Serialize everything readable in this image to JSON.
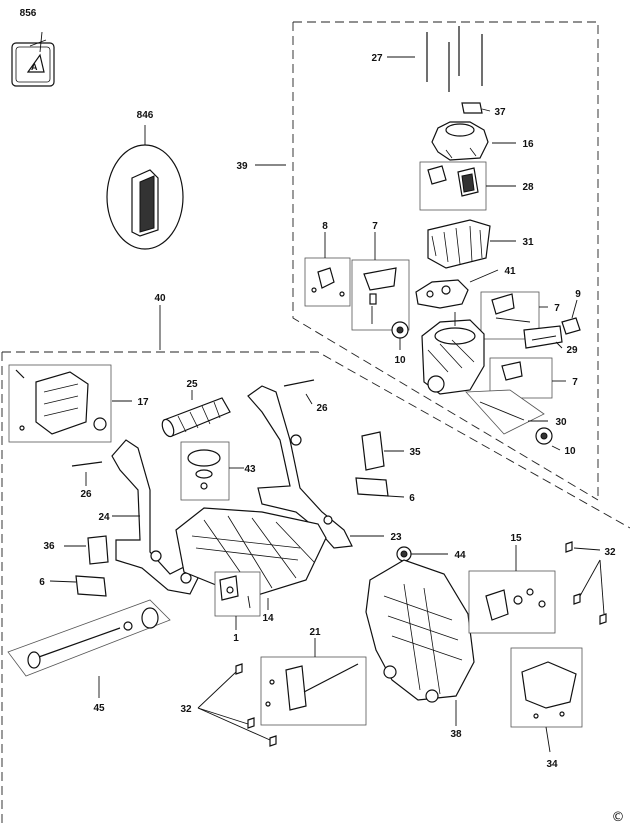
{
  "labels": {
    "l856": "856",
    "l846": "846",
    "l27": "27",
    "l37": "37",
    "l16": "16",
    "l39": "39",
    "l28": "28",
    "l8": "8",
    "l7a": "7",
    "l31": "31",
    "l41": "41",
    "l40": "40",
    "l7b": "7",
    "l9": "9",
    "l10a": "10",
    "l29": "29",
    "l25": "25",
    "l17": "17",
    "l26a": "26",
    "l7c": "7",
    "l30": "30",
    "l10b": "10",
    "l35": "35",
    "l43": "43",
    "l26b": "26",
    "l6a": "6",
    "l24": "24",
    "l23": "23",
    "l36": "36",
    "l15": "15",
    "l32a": "32",
    "l44": "44",
    "l6b": "6",
    "l14": "14",
    "l1": "1",
    "l21": "21",
    "l45": "45",
    "l32b": "32",
    "l38": "38",
    "l34": "34"
  },
  "copyright_symbol": "©"
}
